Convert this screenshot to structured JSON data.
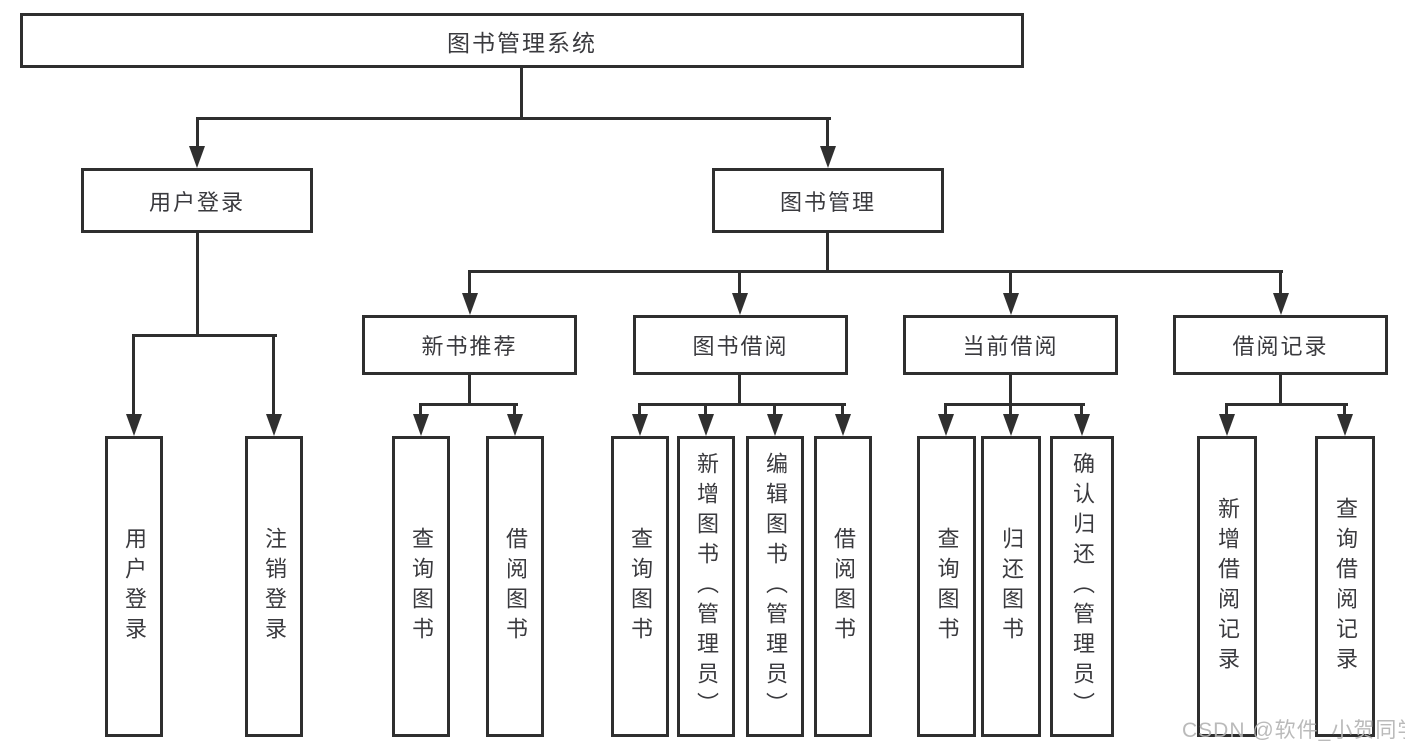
{
  "diagram": {
    "type": "tree",
    "root": {
      "label": "图书管理系统",
      "children": [
        {
          "label": "用户登录",
          "children": [
            {
              "label": "用户登录"
            },
            {
              "label": "注销登录"
            }
          ]
        },
        {
          "label": "图书管理",
          "children": [
            {
              "label": "新书推荐",
              "children": [
                {
                  "label": "查询图书"
                },
                {
                  "label": "借阅图书"
                }
              ]
            },
            {
              "label": "图书借阅",
              "children": [
                {
                  "label": "查询图书"
                },
                {
                  "label": "新增图书（管理员）"
                },
                {
                  "label": "编辑图书（管理员）"
                },
                {
                  "label": "借阅图书"
                }
              ]
            },
            {
              "label": "当前借阅",
              "children": [
                {
                  "label": "查询图书"
                },
                {
                  "label": "归还图书"
                },
                {
                  "label": "确认归还（管理员）"
                }
              ]
            },
            {
              "label": "借阅记录",
              "children": [
                {
                  "label": "新增借阅记录"
                },
                {
                  "label": "查询借阅记录"
                }
              ]
            }
          ]
        }
      ]
    }
  },
  "watermark": {
    "text": "CSDN @软件_小贺同学"
  },
  "colors": {
    "line": "#2f2f2f",
    "text": "#3a3a3e",
    "background": "#ffffff",
    "watermark": "#b5b5b5"
  }
}
